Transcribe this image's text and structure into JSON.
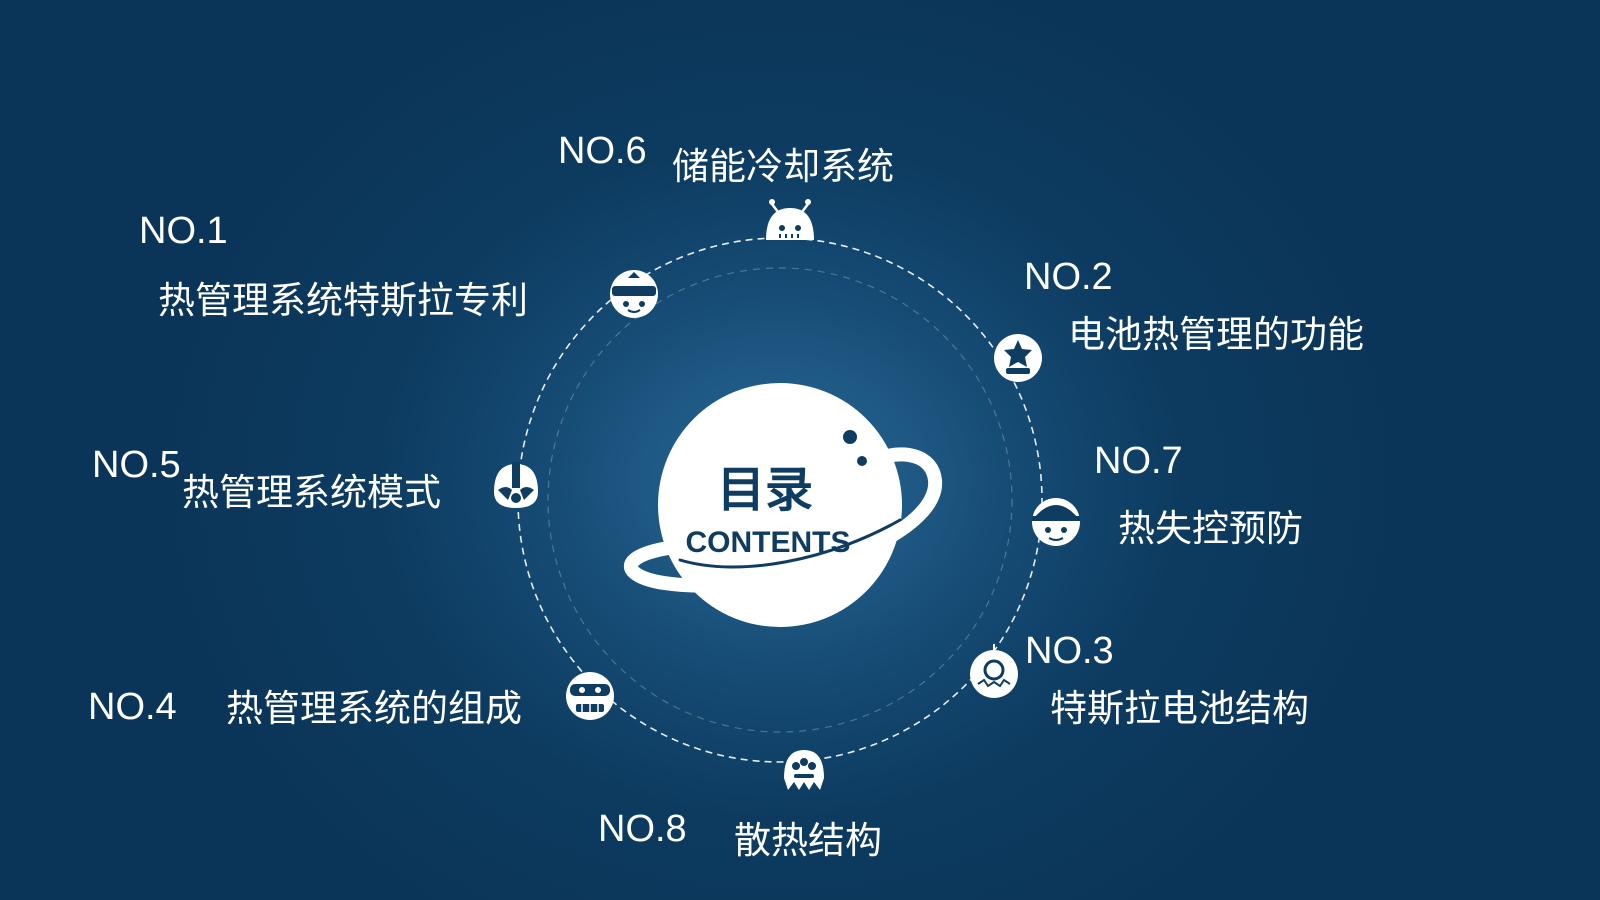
{
  "center": {
    "title": "目录",
    "subtitle": "CONTENTS"
  },
  "items": [
    {
      "no": "NO.1",
      "title": "热管理系统特斯拉专利",
      "icon": "visor-robot-icon"
    },
    {
      "no": "NO.2",
      "title": "电池热管理的功能",
      "icon": "star-robot-icon"
    },
    {
      "no": "NO.3",
      "title": "特斯拉电池结构",
      "icon": "gear-robot-icon"
    },
    {
      "no": "NO.4",
      "title": "热管理系统的组成",
      "icon": "goggle-robot-icon"
    },
    {
      "no": "NO.5",
      "title": "热管理系统模式",
      "icon": "helmet-robot-icon"
    },
    {
      "no": "NO.6",
      "title": "储能冷却系统",
      "icon": "ghost-robot-icon"
    },
    {
      "no": "NO.7",
      "title": "热失控预防",
      "icon": "hardhat-robot-icon"
    },
    {
      "no": "NO.8",
      "title": "散热结构",
      "icon": "monster-robot-icon"
    }
  ],
  "colors": {
    "background": "#0d3b60",
    "accent": "#ffffff",
    "planet_text": "#0f3d62"
  }
}
